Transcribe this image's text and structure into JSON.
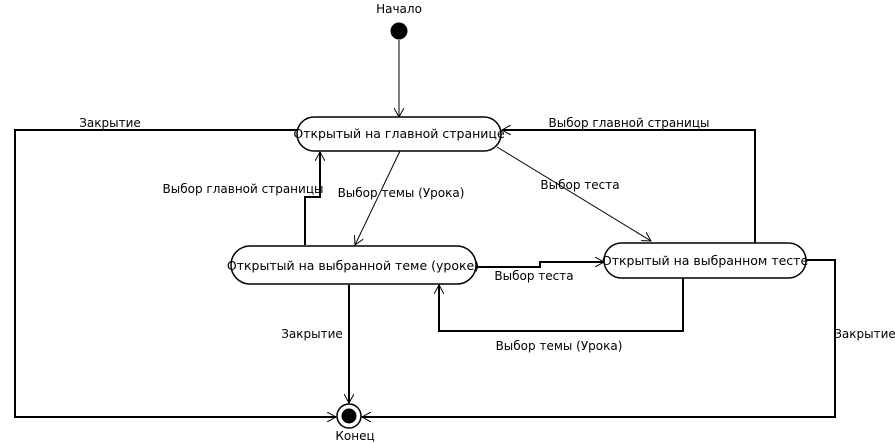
{
  "start_label": "Начало",
  "end_label": "Конец",
  "states": {
    "main_page": "Открытый на главной странице",
    "chosen_topic": "Открытый на выбранной теме (уроке)",
    "chosen_test": "Открытый на выбранном тесте"
  },
  "transitions": {
    "close_from_main": "Закрытие",
    "to_main_from_topic": "Выбор главной страницы",
    "main_to_topic": "Выбор темы (Урока)",
    "main_to_test": "Выбор теста",
    "to_main_from_test": "Выбор главной страницы",
    "topic_to_test": "Выбор теста",
    "test_to_topic": "Выбор темы (Урока)",
    "close_from_topic": "Закрытие",
    "close_from_test": "Закрытие"
  }
}
